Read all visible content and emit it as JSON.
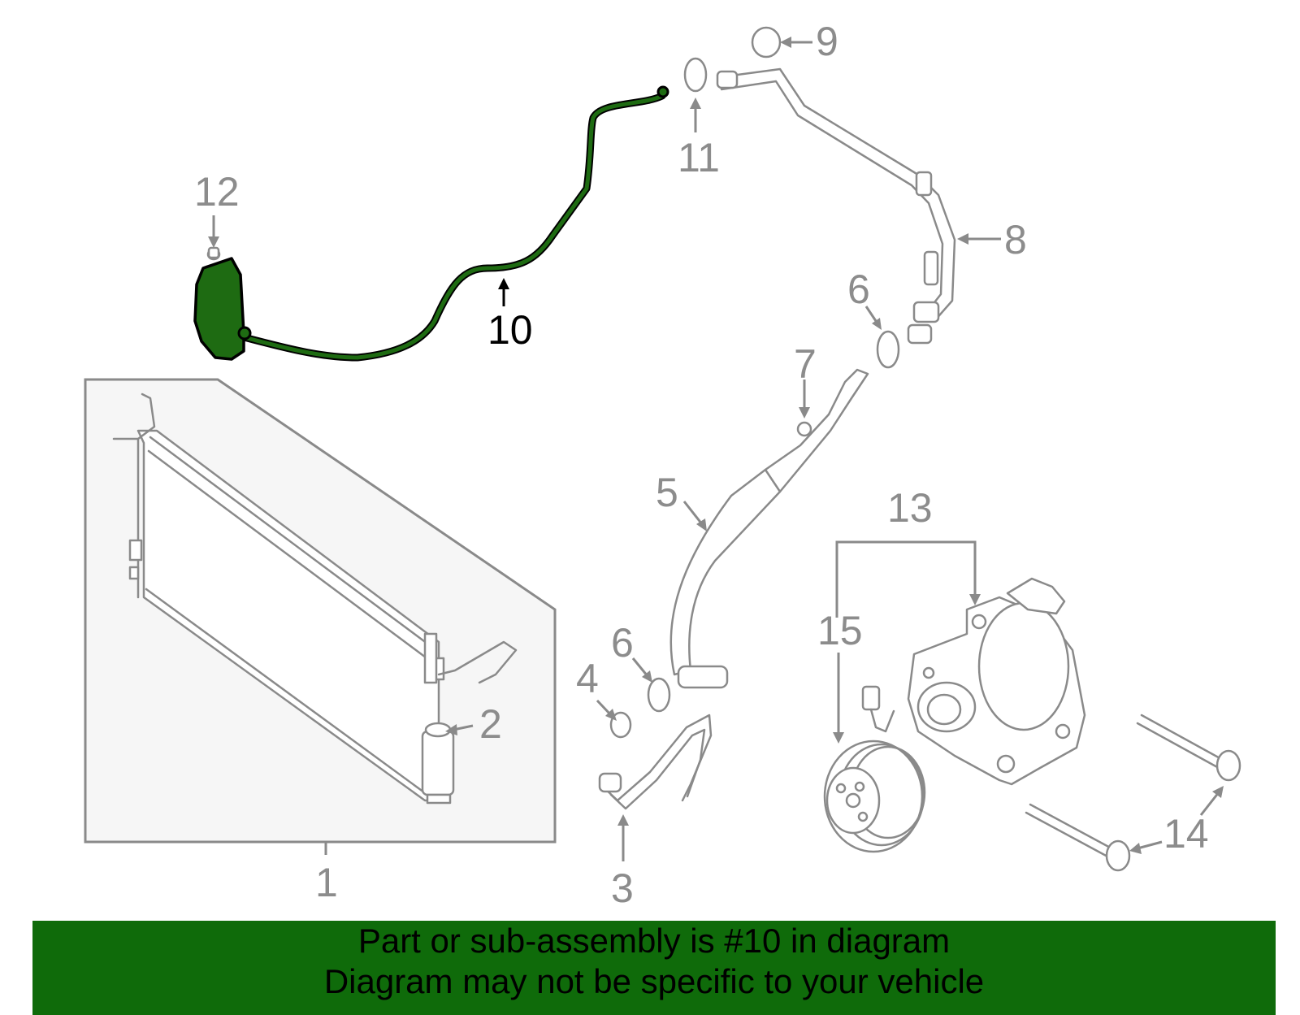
{
  "colors": {
    "highlight": "#1e6b12",
    "banner_bg": "#0f6b0a",
    "line_gray": "#8a8a8a",
    "box_fill": "#f6f6f6"
  },
  "callouts": {
    "c1": "1",
    "c2": "2",
    "c3": "3",
    "c4": "4",
    "c5": "5",
    "c6a": "6",
    "c6b": "6",
    "c7": "7",
    "c8": "8",
    "c9": "9",
    "c10": "10",
    "c11": "11",
    "c12": "12",
    "c13": "13",
    "c14": "14",
    "c15": "15"
  },
  "banner": {
    "line1": "Part or sub-assembly is #10 in diagram",
    "line2": "Diagram may not be specific to your vehicle"
  }
}
